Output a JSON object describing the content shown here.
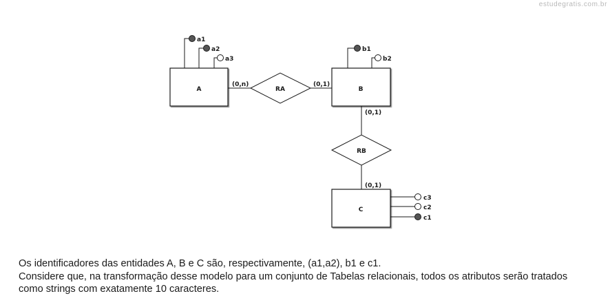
{
  "watermark": "estudegratis.com.br",
  "diagram": {
    "entities": {
      "A": "A",
      "B": "B",
      "C": "C"
    },
    "relationships": {
      "RA": "RA",
      "RB": "RB"
    },
    "cardinalities": {
      "a_ra": "(0,n)",
      "ra_b": "(0,1)",
      "b_rb": "(0,1)",
      "rb_c": "(0,1)"
    },
    "attributes": {
      "a1": {
        "label": "a1",
        "identifier": true
      },
      "a2": {
        "label": "a2",
        "identifier": true
      },
      "a3": {
        "label": "a3",
        "identifier": false
      },
      "b1": {
        "label": "b1",
        "identifier": true
      },
      "b2": {
        "label": "b2",
        "identifier": false
      },
      "c3": {
        "label": "c3",
        "identifier": false
      },
      "c2": {
        "label": "c2",
        "identifier": false
      },
      "c1": {
        "label": "c1",
        "identifier": true
      }
    }
  },
  "caption": {
    "line1": "Os identificadores das entidades A, B e C são, respectivamente, (a1,a2), b1 e c1.",
    "line2": "Considere que, na transformação desse modelo para um conjunto de Tabelas relacionais, todos os atributos serão tratados",
    "line3": "como strings com exatamente 10 caracteres."
  },
  "colors": {
    "stroke": "#1a1a1a",
    "identifier_fill": "#555555",
    "attribute_fill": "#ffffff"
  }
}
